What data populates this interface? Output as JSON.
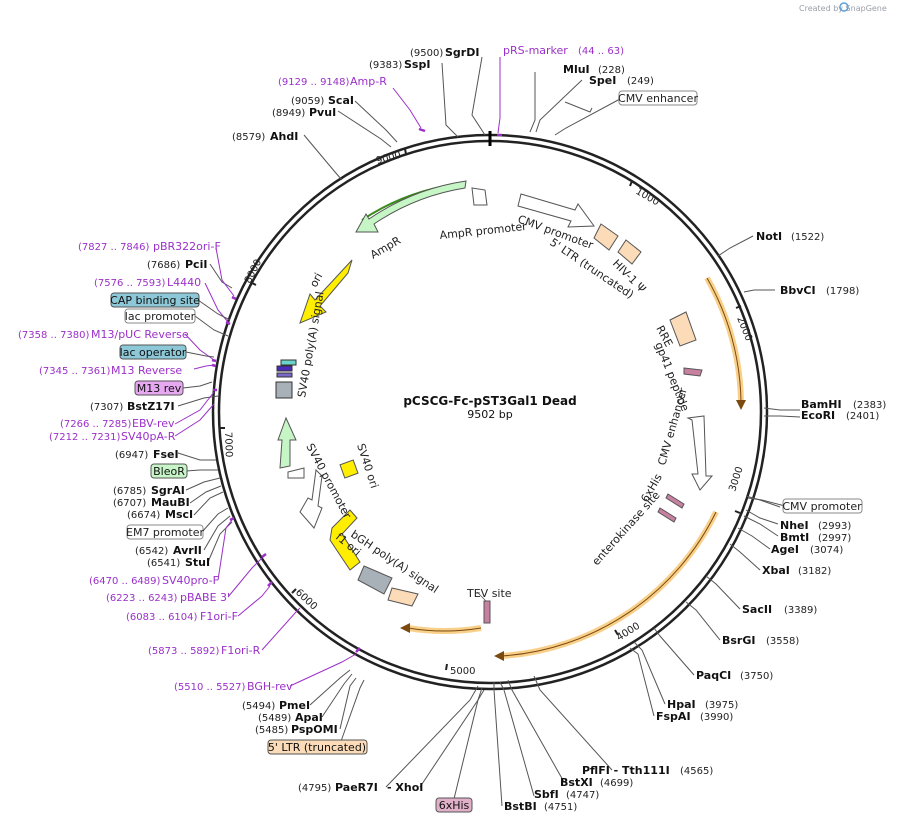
{
  "watermark": "Created by SnapGene",
  "title": {
    "name": "pCSCG-Fc-pST3Gal1 Dead",
    "length": "9502 bp"
  },
  "ticks": [
    "1000",
    "2000",
    "3000",
    "4000",
    "5000",
    "6000",
    "7000",
    "8000",
    "9000"
  ],
  "enzymes": [
    {
      "pos": "(9500)",
      "name": "SgrDI"
    },
    {
      "pos": "(9383)",
      "name": "SspI"
    },
    {
      "pos": "(9059)",
      "name": "ScaI"
    },
    {
      "pos": "(8949)",
      "name": "PvuI"
    },
    {
      "pos": "(8579)",
      "name": "AhdI"
    },
    {
      "pos": "(7686)",
      "name": "PciI"
    },
    {
      "pos": "(7307)",
      "name": "BstZ17I"
    },
    {
      "pos": "(6947)",
      "name": "FseI"
    },
    {
      "pos": "(6785)",
      "name": "SgrAI"
    },
    {
      "pos": "(6707)",
      "name": "MauBI"
    },
    {
      "pos": "(6674)",
      "name": "MscI"
    },
    {
      "pos": "(6542)",
      "name": "AvrII"
    },
    {
      "pos": "(6541)",
      "name": "StuI"
    },
    {
      "pos": "(5494)",
      "name": "PmeI"
    },
    {
      "pos": "(5489)",
      "name": "ApaI"
    },
    {
      "pos": "(5485)",
      "name": "PspOMI"
    },
    {
      "pos": "(4795)",
      "name": "PaeR7I"
    },
    {
      "pos": "",
      "name": "- XhoI"
    },
    {
      "pos": "(228)",
      "name": "MluI"
    },
    {
      "pos": "(249)",
      "name": "SpeI"
    },
    {
      "pos": "(1522)",
      "name": "NotI"
    },
    {
      "pos": "(1798)",
      "name": "BbvCI"
    },
    {
      "pos": "(2383)",
      "name": "BamHI"
    },
    {
      "pos": "(2401)",
      "name": "EcoRI"
    },
    {
      "pos": "(2993)",
      "name": "NheI"
    },
    {
      "pos": "(2997)",
      "name": "BmtI"
    },
    {
      "pos": "(3074)",
      "name": "AgeI"
    },
    {
      "pos": "(3182)",
      "name": "XbaI"
    },
    {
      "pos": "(3389)",
      "name": "SacII"
    },
    {
      "pos": "(3558)",
      "name": "BsrGI"
    },
    {
      "pos": "(3750)",
      "name": "PaqCI"
    },
    {
      "pos": "(3975)",
      "name": "HpaI"
    },
    {
      "pos": "(3990)",
      "name": "FspAI"
    },
    {
      "pos": "(4565)",
      "name": "PflFI - Tth111I"
    },
    {
      "pos": "(4699)",
      "name": "BstXI"
    },
    {
      "pos": "(4747)",
      "name": "SbfI"
    },
    {
      "pos": "(4751)",
      "name": "BstBI"
    }
  ],
  "primers": [
    {
      "pos": "(44 .. 63)",
      "name": "pRS-marker"
    },
    {
      "pos": "(9129 .. 9148)",
      "name": "Amp-R"
    },
    {
      "pos": "(7827 .. 7846)",
      "name": "pBR322ori-F"
    },
    {
      "pos": "(7576 .. 7593)",
      "name": "L4440"
    },
    {
      "pos": "(7358 .. 7380)",
      "name": "M13/pUC Reverse"
    },
    {
      "pos": "(7345 .. 7361)",
      "name": "M13 Reverse"
    },
    {
      "pos": "(7266 .. 7285)",
      "name": "EBV-rev"
    },
    {
      "pos": "(7212 .. 7231)",
      "name": "SV40pA-R"
    },
    {
      "pos": "(6470 .. 6489)",
      "name": "SV40pro-F"
    },
    {
      "pos": "(6223 .. 6243)",
      "name": "pBABE 3'"
    },
    {
      "pos": "(6083 .. 6104)",
      "name": "F1ori-F"
    },
    {
      "pos": "(5873 .. 5892)",
      "name": "F1ori-R"
    },
    {
      "pos": "(5510 .. 5527)",
      "name": "BGH-rev"
    }
  ],
  "boxed_features": [
    "CMV enhancer",
    "CAP binding site",
    "lac promoter",
    "lac operator",
    "M13 rev",
    "BleoR",
    "EM7 promoter",
    "5' LTR (truncated)",
    "6xHis",
    "CMV promoter"
  ],
  "inner_features": [
    "AmpR promoter",
    "AmpR",
    "ori",
    "SV40 poly(A) signal",
    "CMV promoter",
    "5' LTR (truncated)",
    "HIV-1 Ψ",
    "RRE",
    "gp41 peptide",
    "CMV enhancer",
    "6xHis",
    "enterokinase site",
    "TEV site",
    "bGH poly(A) signal",
    "f1 ori",
    "SV40 promoter",
    "SV40 ori"
  ],
  "colors": {
    "backbone": "#222222",
    "primer": "#9b30c8",
    "cds_yellow": "#ffee00",
    "cds_green": "#c6f5c6",
    "ltr_tan": "#fcdcb8",
    "orf_orange": "#f5b03c",
    "box_teal": "#8cc8d8",
    "box_green": "#c8f5c8",
    "box_violet": "#e6a8f0",
    "box_pink": "#e0b0c8",
    "box_tan": "#fcdcb8"
  }
}
